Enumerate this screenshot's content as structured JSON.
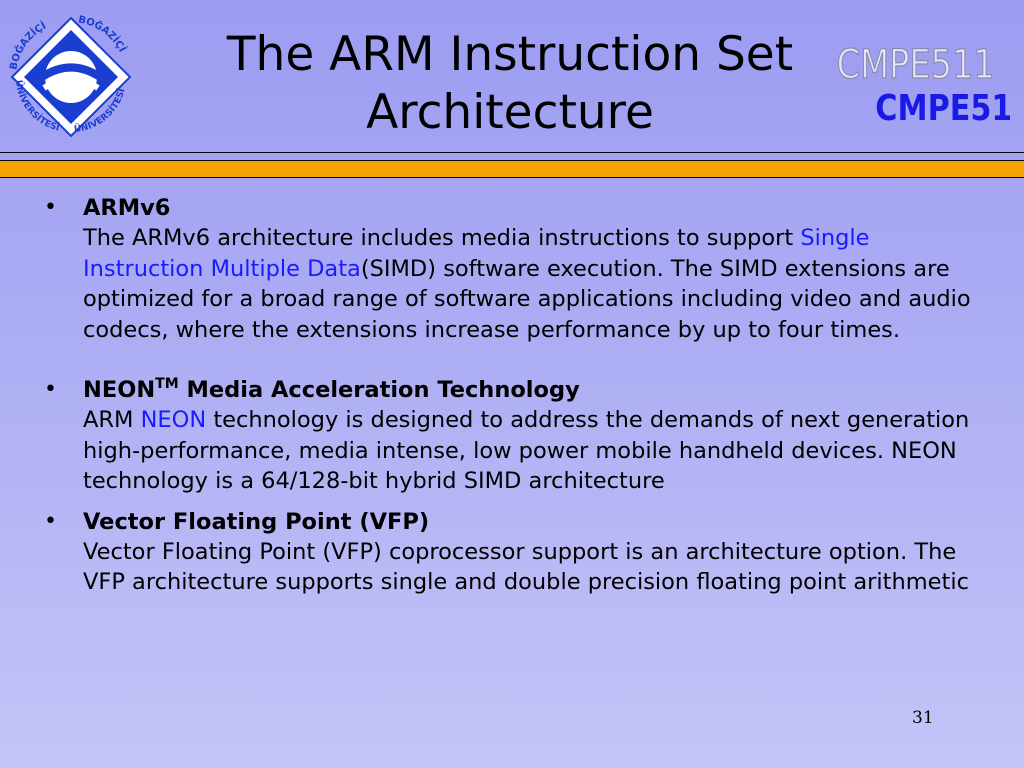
{
  "logo": {
    "top_text": "BOĞAZİÇİ",
    "bottom_text": "ÜNİVERSİTESİ",
    "color": "#1a3fd0"
  },
  "slide": {
    "title_line1": "The ARM Instruction Set",
    "title_line2": "Architecture",
    "course_code": "CMPE511",
    "page_number": "31"
  },
  "colors": {
    "accent_bar": "#f5a300",
    "link": "#1a1aff",
    "course_outline": "#f2f2f2",
    "course_fill": "#1a1ae6"
  },
  "bullets": [
    {
      "title": "ARMv6",
      "text_before": "The ARMv6 architecture includes media instructions to support ",
      "link": "Single Instruction Multiple Data",
      "text_after": "(SIMD) software execution. The SIMD extensions are optimized for a broad range of software applications including video and audio codecs, where the extensions increase performance by up to four times."
    },
    {
      "title": "NEON",
      "title_sup": "TM",
      "title_rest": " Media Acceleration Technology",
      "text_before": "ARM ",
      "link": "NEON",
      "text_after": " technology is designed to address the demands of next generation high-performance, media intense, low power mobile handheld devices. NEON technology is a 64/128-bit hybrid SIMD architecture"
    },
    {
      "title": "Vector Floating Point (VFP)",
      "text": "Vector Floating Point (VFP) coprocessor support is an architecture option. The VFP architecture supports single and double precision floating point arithmetic"
    }
  ]
}
